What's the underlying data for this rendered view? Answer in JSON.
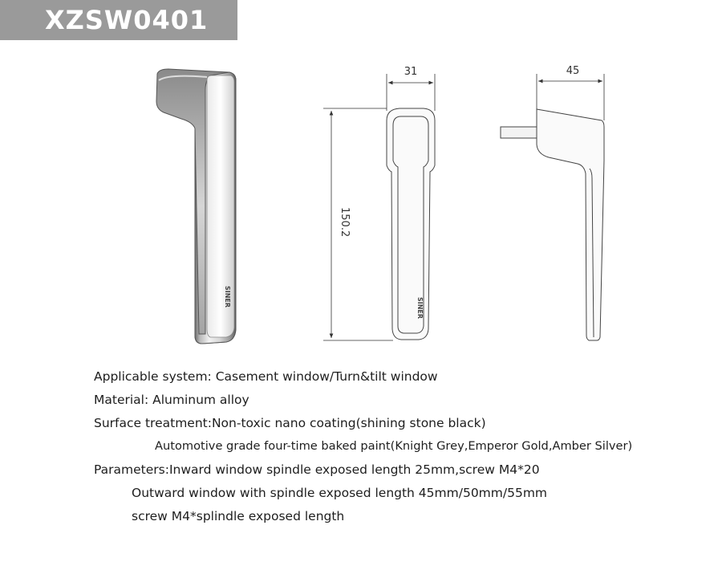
{
  "header": {
    "model_code": "XZSW0401"
  },
  "dimensions": {
    "front_width": "31",
    "side_depth": "45",
    "height": "150.2"
  },
  "brand_mark": "SINER",
  "specs": {
    "line1": "Applicable system: Casement window/Turn&tilt window",
    "line2": "Material: Aluminum alloy",
    "line3": "Surface treatment:Non-toxic nano coating(shining stone black)",
    "line4": "Automotive grade four-time baked paint(Knight Grey,Emperor Gold,Amber Silver)",
    "line5": "Parameters:Inward window spindle exposed length 25mm,screw M4*20",
    "line6": "Outward window with spindle exposed length 45mm/50mm/55mm",
    "line7": "screw M4*splindle exposed length"
  }
}
